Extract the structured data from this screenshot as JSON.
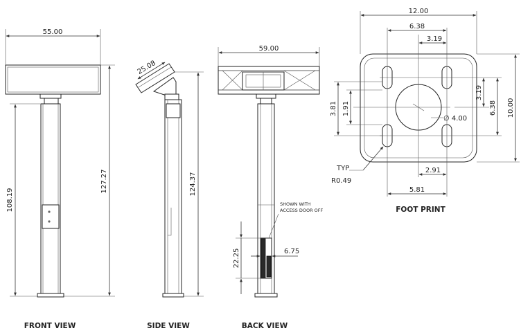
{
  "views": {
    "front": {
      "title": "FRONT VIEW",
      "width": "55.00",
      "lower_height": "108.19",
      "total_height": "127.27"
    },
    "side": {
      "title": "SIDE VIEW",
      "display_depth": "25.08",
      "height": "124.37"
    },
    "back": {
      "title": "BACK VIEW",
      "width": "59.00",
      "door_height": "22.25",
      "door_width": "6.75",
      "note_line1": "SHOWN WITH",
      "note_line2": "ACCESS DOOR OFF"
    },
    "footprint": {
      "title": "FOOT PRINT",
      "width": "12.00",
      "slot_span_x": "6.38",
      "slot_half_x": "3.19",
      "height": "10.00",
      "slot_span_y": "6.38",
      "slot_half_y": "3.19",
      "left_y1": "3.81",
      "left_y2": "1.91",
      "hole_dia": "∅ 4.00",
      "bottom_x1": "2.91",
      "bottom_x2": "5.81",
      "radius_label1": "TYP",
      "radius_label2": "R0.49"
    }
  }
}
